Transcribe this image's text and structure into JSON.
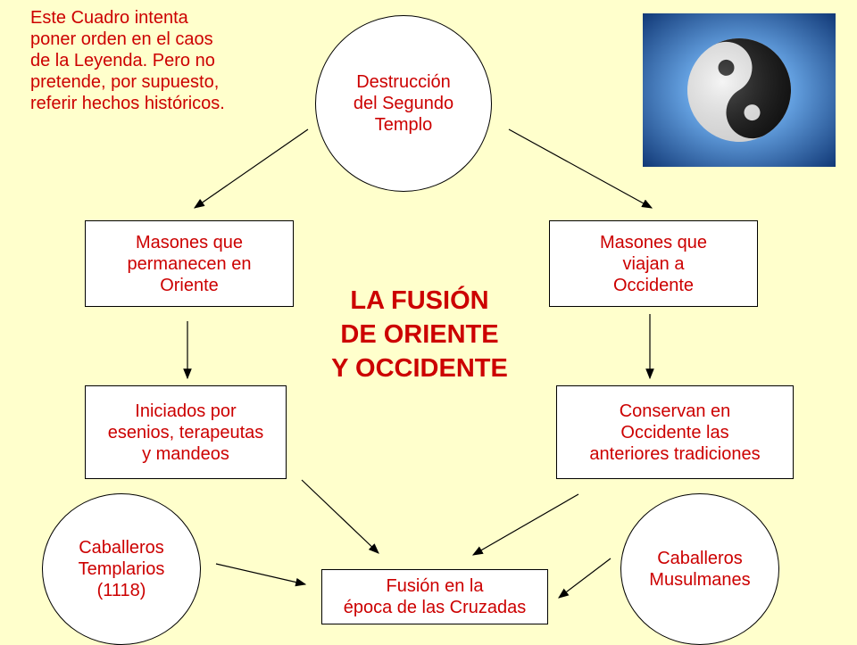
{
  "note": "Este Cuadro intenta\nponer orden en el caos\nde la Leyenda. Pero no\npretende, por supuesto,\nreferir hechos históricos.",
  "title": "LA FUSIÓN\nDE ORIENTE\nY OCCIDENTE",
  "nodes": {
    "destruccion": "Destrucción\ndel Segundo\nTemplo",
    "masones_oriente": "Masones que\npermanecen en\nOriente",
    "masones_occidente": "Masones que\nviajan a\nOccidente",
    "iniciados": "Iniciados por\nesenios, terapeutas\ny mandeos",
    "conservan": "Conservan en\nOccidente las\nanteriores tradiciones",
    "templarios": "Caballeros\nTemplarios\n(1118)",
    "musulmanes": "Caballeros\nMusulmanes",
    "fusion": "Fusión en la\népoca de las Cruzadas"
  },
  "image": {
    "icon": "yin-yang-icon"
  },
  "colors": {
    "text": "#cc0000",
    "background": "#ffffcc"
  }
}
